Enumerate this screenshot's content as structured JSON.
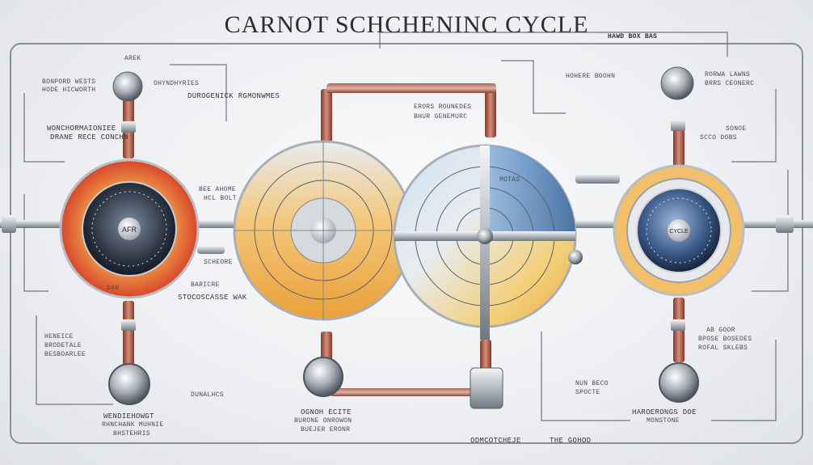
{
  "diagram": {
    "title": "CARNOT SCHCHENINC CYCLE",
    "top_right_caption": "HAWD BOX BAS",
    "hub_labels": {
      "left": "AFR",
      "right": "CYCLE"
    },
    "labels": {
      "top_left_1": "BONPORD WESTS",
      "top_left_2": "HODE HICWORTH",
      "top_left_3": "AREK",
      "top_left_4": "OHYNDHYRIES",
      "mid_left_1": "WONCHORMAIONIEE",
      "mid_left_2": "DRANE RECE CONCHN",
      "top_center": "DUROGENICK RGMONWMES",
      "center_sub_1": "ERORS ROUNEDES",
      "center_sub_2": "BHUR GENEMURC",
      "gauge_notes_1": "BEE AHOME",
      "gauge_notes_2": "HCL BOLT",
      "gauge_notes_3": "SCHEORE",
      "center_low_1": "BARICRE",
      "center_low_2": "STOCOSCASSE WAK",
      "bottom_left_1": "WENDIEHOWGT",
      "bottom_left_2": "RHNCHANK MUHNIE",
      "bottom_left_3": "BHSTEHRIS",
      "bottom_left_4": "DAN",
      "left_list_1": "HENEICE",
      "left_list_2": "BRODETALE",
      "left_list_3": "BESBOARLEE",
      "left_list_4": "DUNALHCS",
      "bottom_center_1": "OGNOH ECITE",
      "bottom_center_2": "BURONE ONROWON",
      "bottom_center_3": "BUEJER ERONR",
      "bottom_right_1": "HAROERONGS DOE",
      "bottom_right_2": "MONSTONE",
      "right_top_1": "HOHERE BOOHN",
      "right_top_2": "RORWA LAWNS",
      "right_top_3": "BRRS CEONERC",
      "right_mid_1": "SONOE",
      "right_mid_2": "SCCO DOBS",
      "right_low_1": "AB GOOR",
      "right_low_2": "BPOSE BOSEDES",
      "right_low_3": "ROFAL SKLEBS",
      "right_low_4": "NUN BECO",
      "right_low_5": "SPOCTE",
      "footer_1": "ODMCOTCHEJE",
      "footer_2": "THE GOHOD",
      "center_small": "MOTAS"
    }
  }
}
